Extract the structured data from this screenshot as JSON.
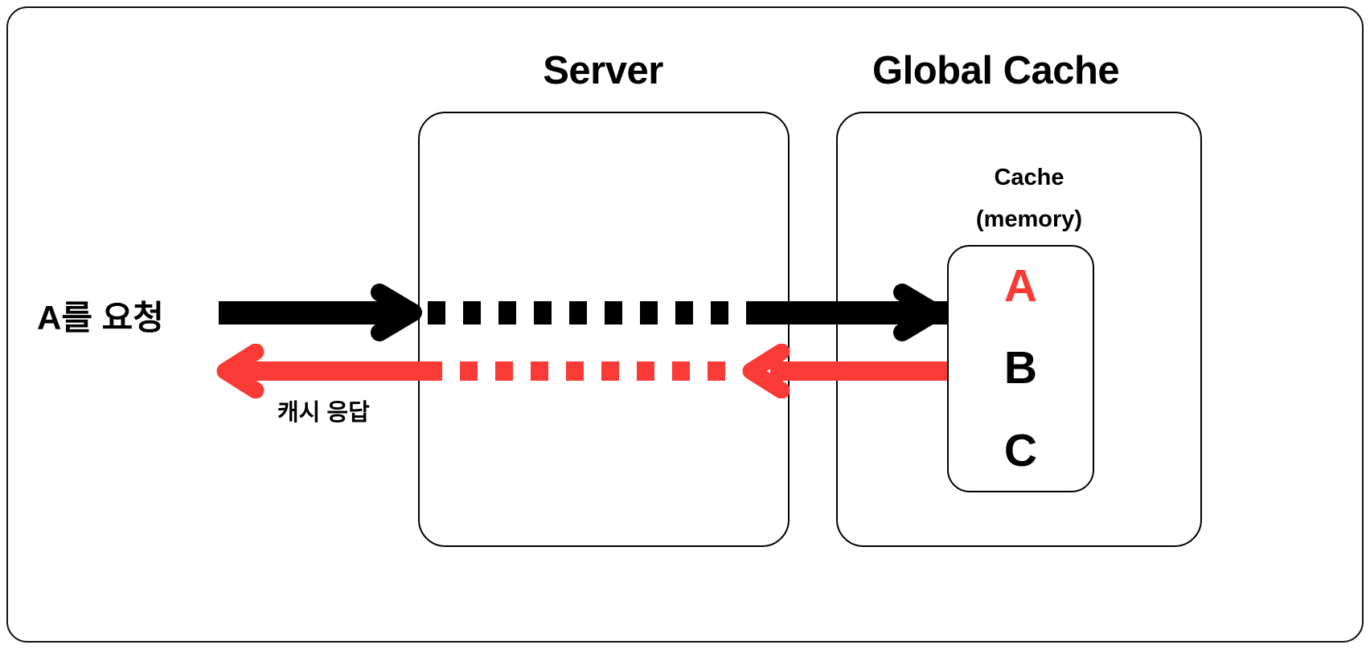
{
  "diagram": {
    "type": "cache-hit-flow-diagram",
    "sections": {
      "server": {
        "title": "Server"
      },
      "global_cache": {
        "title": "Global Cache",
        "caption_line1": "Cache",
        "caption_line2": "(memory)",
        "entries": [
          {
            "key": "A",
            "color": "#FA3A36",
            "highlighted": true
          },
          {
            "key": "B",
            "color": "#000000",
            "highlighted": false
          },
          {
            "key": "C",
            "color": "#000000",
            "highlighted": false
          }
        ]
      }
    },
    "flows": [
      {
        "id": "request",
        "label": "A를 요청",
        "color": "#000000",
        "direction": "right",
        "style": "solid-dashed-solid"
      },
      {
        "id": "cache-response",
        "label": "캐시 응답",
        "color": "#FA3A36",
        "direction": "left",
        "style": "solid-dashed-solid"
      }
    ],
    "colors": {
      "accent_red": "#FA3A36",
      "line_black": "#000000",
      "background": "#FFFFFF"
    }
  }
}
